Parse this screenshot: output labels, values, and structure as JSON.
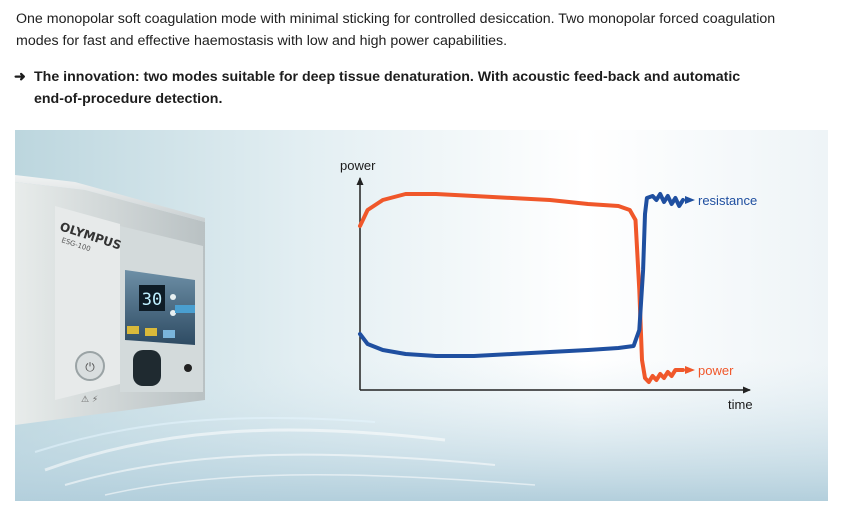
{
  "intro": {
    "text": "One monopolar soft coagulation mode with minimal sticking for controlled desiccation. Two monopolar forced coagulation modes for fast and effective haemostasis with low and high power capabilities."
  },
  "highlight": {
    "arrow_glyph": "➜",
    "text": "The innovation: two modes suitable for deep tissue denaturation. With acoustic feed-back and automatic end-of-procedure detection."
  },
  "device": {
    "brand": "OLYMPUS",
    "model": "ESG-100",
    "display_value": "30"
  },
  "colors": {
    "resistance": "#1f4fa0",
    "power": "#f0572a",
    "axis": "#222222"
  },
  "chart_data": {
    "type": "line",
    "xlabel": "time",
    "ylabel": "power",
    "series": [
      {
        "name": "resistance",
        "points": [
          [
            0.0,
            0.28
          ],
          [
            0.02,
            0.23
          ],
          [
            0.06,
            0.2
          ],
          [
            0.12,
            0.18
          ],
          [
            0.2,
            0.17
          ],
          [
            0.3,
            0.17
          ],
          [
            0.4,
            0.18
          ],
          [
            0.5,
            0.19
          ],
          [
            0.6,
            0.2
          ],
          [
            0.68,
            0.21
          ],
          [
            0.72,
            0.22
          ],
          [
            0.735,
            0.3
          ],
          [
            0.745,
            0.6
          ],
          [
            0.75,
            0.88
          ],
          [
            0.755,
            0.96
          ],
          [
            0.77,
            0.97
          ],
          [
            0.78,
            0.95
          ],
          [
            0.79,
            0.98
          ],
          [
            0.8,
            0.94
          ],
          [
            0.81,
            0.97
          ],
          [
            0.82,
            0.93
          ],
          [
            0.83,
            0.96
          ],
          [
            0.84,
            0.92
          ],
          [
            0.85,
            0.95
          ]
        ]
      },
      {
        "name": "power",
        "points": [
          [
            0.0,
            0.82
          ],
          [
            0.02,
            0.9
          ],
          [
            0.06,
            0.95
          ],
          [
            0.12,
            0.98
          ],
          [
            0.2,
            0.98
          ],
          [
            0.3,
            0.97
          ],
          [
            0.4,
            0.96
          ],
          [
            0.5,
            0.95
          ],
          [
            0.6,
            0.93
          ],
          [
            0.68,
            0.92
          ],
          [
            0.71,
            0.9
          ],
          [
            0.725,
            0.85
          ],
          [
            0.735,
            0.5
          ],
          [
            0.742,
            0.15
          ],
          [
            0.75,
            0.06
          ],
          [
            0.76,
            0.04
          ],
          [
            0.77,
            0.07
          ],
          [
            0.78,
            0.05
          ],
          [
            0.79,
            0.08
          ],
          [
            0.8,
            0.06
          ],
          [
            0.81,
            0.09
          ],
          [
            0.82,
            0.07
          ],
          [
            0.83,
            0.1
          ],
          [
            0.85,
            0.1
          ]
        ]
      }
    ]
  }
}
